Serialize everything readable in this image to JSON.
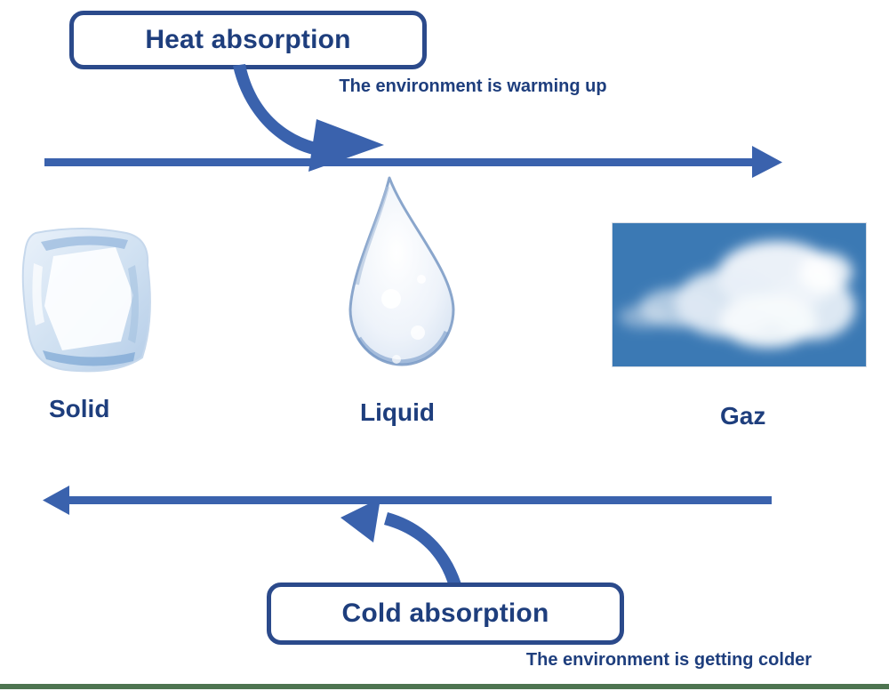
{
  "heat": {
    "box_label": "Heat absorption",
    "caption": "The environment is warming up"
  },
  "cold": {
    "box_label": "Cold absorption",
    "caption": "The environment is getting colder"
  },
  "states": [
    {
      "label": "Solid"
    },
    {
      "label": "Liquid"
    },
    {
      "label": "Gaz"
    }
  ],
  "icons": {
    "ice_cube": "ice-cube-image",
    "water_drop": "water-drop-image",
    "cloud": "cloud-image",
    "heat_curve_arrow": "curved-arrow-down-right",
    "cold_curve_arrow": "curved-arrow-up-left",
    "right_arrow": "straight-arrow-right",
    "left_arrow": "straight-arrow-left"
  },
  "colors": {
    "arrow_blue": "#3a62ad",
    "box_border_blue": "#2b4a8b",
    "text_blue": "#1e3e7d",
    "sky_blue": "#3b79b4",
    "divider_green": "#4d7450"
  }
}
